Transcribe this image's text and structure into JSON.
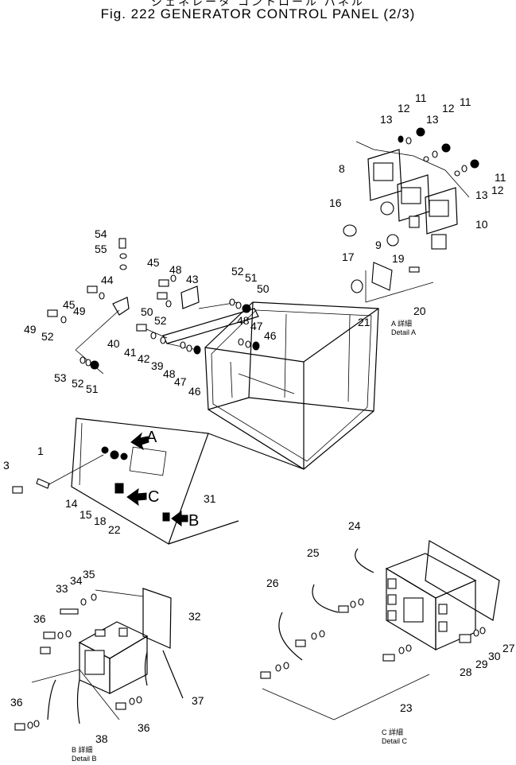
{
  "header": {
    "japanese_title": "ジェネレータ コントロール パネル",
    "title": "Fig. 222   GENERATOR CONTROL PANEL (2/3)"
  },
  "callouts": [
    "1",
    "3",
    "8",
    "9",
    "10",
    "11",
    "11",
    "11",
    "12",
    "12",
    "12",
    "13",
    "13",
    "13",
    "14",
    "15",
    "16",
    "17",
    "18",
    "19",
    "20",
    "21",
    "22",
    "23",
    "24",
    "25",
    "26",
    "27",
    "28",
    "29",
    "30",
    "31",
    "32",
    "33",
    "34",
    "35",
    "36",
    "36",
    "36",
    "37",
    "38",
    "39",
    "40",
    "41",
    "42",
    "43",
    "44",
    "45",
    "45",
    "46",
    "46",
    "47",
    "47",
    "48",
    "48",
    "48",
    "49",
    "49",
    "50",
    "50",
    "51",
    "51",
    "52",
    "52",
    "52",
    "52",
    "53",
    "54",
    "55"
  ],
  "view_arrows": [
    "A",
    "B",
    "C"
  ],
  "details": {
    "a": {
      "jp": "A 詳細",
      "label": "Detail A"
    },
    "b": {
      "jp": "B 詳細",
      "label": "Detail B"
    },
    "c": {
      "jp": "C 詳細",
      "label": "Detail C"
    }
  }
}
